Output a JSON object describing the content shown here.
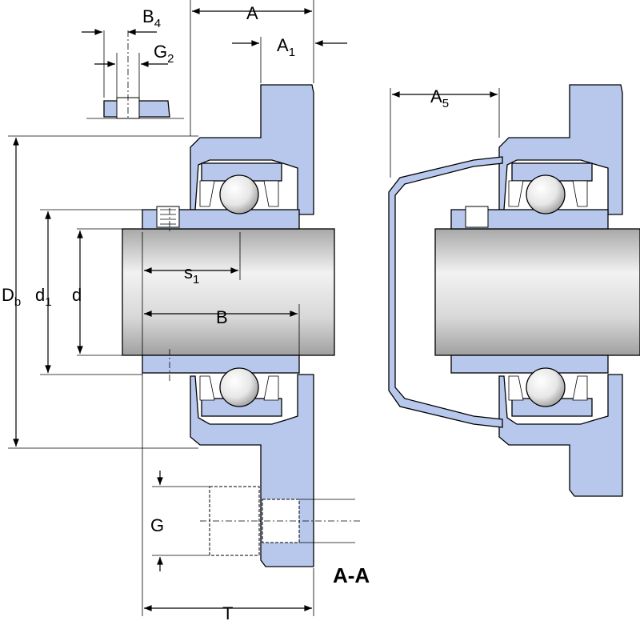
{
  "section_title": "A-A",
  "dimensions": {
    "A": {
      "main": "A",
      "sub": ""
    },
    "A1": {
      "main": "A",
      "sub": "1"
    },
    "A5": {
      "main": "A",
      "sub": "5"
    },
    "B": {
      "main": "B",
      "sub": ""
    },
    "B4": {
      "main": "B",
      "sub": "4"
    },
    "G": {
      "main": "G",
      "sub": ""
    },
    "G2": {
      "main": "G",
      "sub": "2"
    },
    "s1": {
      "main": "s",
      "sub": "1"
    },
    "T": {
      "main": "T",
      "sub": ""
    },
    "d": {
      "main": "d",
      "sub": ""
    },
    "d1": {
      "main": "d",
      "sub": "1"
    },
    "Db": {
      "main": "D",
      "sub": "b"
    }
  },
  "colors": {
    "housing": "#b8c8ec",
    "shaft_light": "#f2f2f2",
    "shaft_dark": "#a8a8a8",
    "ball_light": "#ffffff",
    "ball_dark": "#b0b0b0",
    "line": "#000000"
  }
}
